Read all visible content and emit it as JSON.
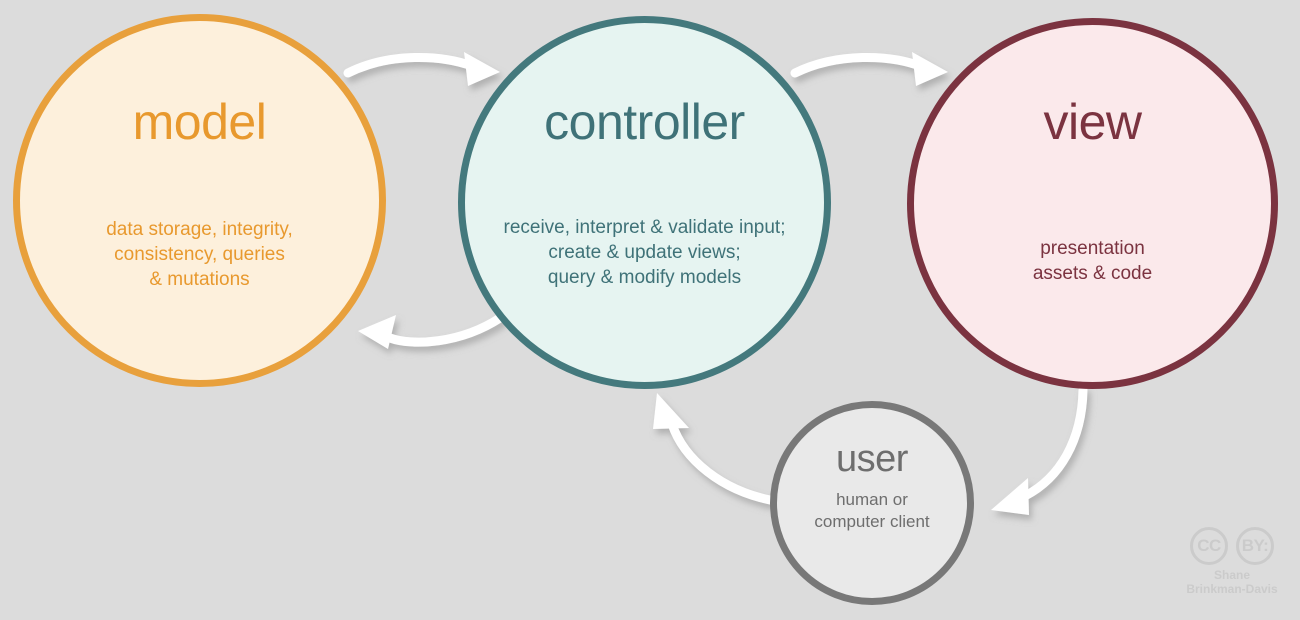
{
  "diagram": {
    "background_color": "#dcdcdc",
    "nodes": [
      {
        "id": "model",
        "title": "model",
        "description": "data storage, integrity,\nconsistency, queries\n& mutations",
        "fill_color": "#fdf0dc",
        "stroke_color": "#e8a03c",
        "text_color": "#e8992e"
      },
      {
        "id": "controller",
        "title": "controller",
        "description": "receive, interpret & validate input;\ncreate & update views;\nquery & modify models",
        "fill_color": "#e6f4f1",
        "stroke_color": "#44797d",
        "text_color": "#3f7278"
      },
      {
        "id": "view",
        "title": "view",
        "description": "presentation\nassets & code",
        "fill_color": "#fbe9eb",
        "stroke_color": "#7b3340",
        "text_color": "#7b3340"
      },
      {
        "id": "user",
        "title": "user",
        "description": "human or\ncomputer client",
        "fill_color": "#e9e9e9",
        "stroke_color": "#787878",
        "text_color": "#6e6e6e"
      }
    ],
    "arrows": [
      {
        "id": "model-to-controller",
        "from": "model",
        "to": "controller",
        "color": "#ffffff"
      },
      {
        "id": "controller-to-model",
        "from": "controller",
        "to": "model",
        "color": "#ffffff"
      },
      {
        "id": "controller-to-view",
        "from": "controller",
        "to": "view",
        "color": "#ffffff"
      },
      {
        "id": "view-to-user",
        "from": "view",
        "to": "user",
        "color": "#ffffff"
      },
      {
        "id": "user-to-controller",
        "from": "user",
        "to": "controller",
        "color": "#ffffff"
      }
    ]
  },
  "license": {
    "mark_cc": "CC",
    "mark_by": "BY:",
    "credit": "Shane\nBrinkman-Davis",
    "color": "#cbcbcb"
  }
}
